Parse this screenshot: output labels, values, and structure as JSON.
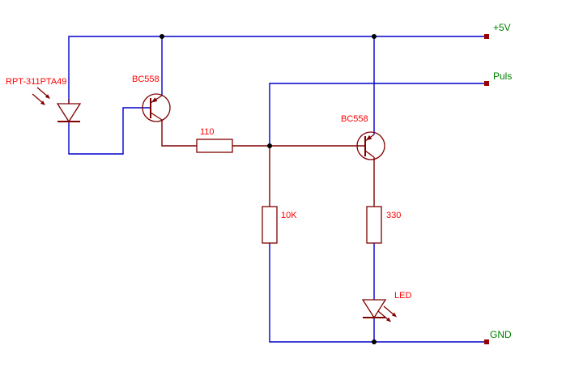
{
  "schematic": {
    "components": {
      "photosensor": {
        "label": "RPT-311PTA49",
        "type": "photodiode"
      },
      "q1": {
        "label": "BC558",
        "type": "pnp-transistor"
      },
      "r1": {
        "label": "110",
        "type": "resistor"
      },
      "q2": {
        "label": "BC558",
        "type": "pnp-transistor"
      },
      "r2": {
        "label": "10K",
        "type": "resistor"
      },
      "r3": {
        "label": "330",
        "type": "resistor"
      },
      "led": {
        "label": "LED",
        "type": "led"
      }
    },
    "terminals": {
      "vcc": "+5V",
      "puls": "Puls",
      "gnd": "GND"
    },
    "colors": {
      "wire": "#0000cc",
      "symbol": "#800000",
      "component_label": "#ff0000",
      "terminal_label": "#008000",
      "junction": "#000000",
      "background": "#ffffff"
    }
  }
}
